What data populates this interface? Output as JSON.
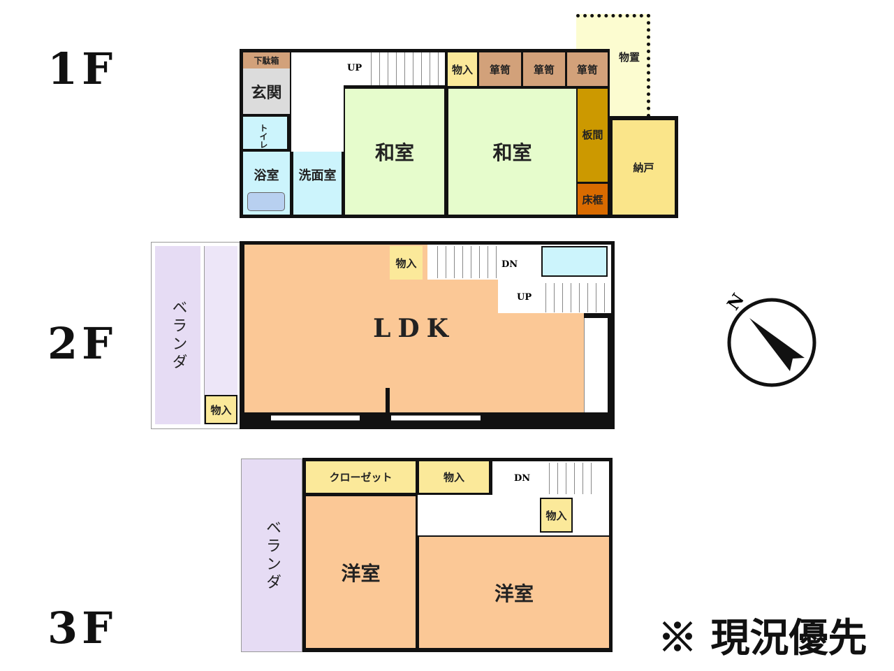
{
  "floors": {
    "f1": "1F",
    "f2": "2F",
    "f3": "3F"
  },
  "f1": {
    "getabako": "下駄箱",
    "genkan": "玄関",
    "toilet": "トイレ",
    "bath": "浴室",
    "senmen": "洗面室",
    "washitsu1": "和室",
    "washitsu2": "和室",
    "monoire": "物入",
    "tansu1": "箪笥",
    "tansu2": "箪笥",
    "tansu3": "箪笥",
    "itama": "板間",
    "tokogamachi": "床框",
    "nando": "納戸",
    "monooki": "物置",
    "up": "UP"
  },
  "f2": {
    "ldk": "LDK",
    "monoire1": "物入",
    "monoire2": "物入",
    "veranda": "ベランダ",
    "dn": "DN",
    "up": "UP"
  },
  "f3": {
    "closet": "クローゼット",
    "monoire1": "物入",
    "monoire2": "物入",
    "yoshitsu1": "洋室",
    "yoshitsu2": "洋室",
    "veranda": "ベランダ",
    "dn": "DN"
  },
  "compass": {
    "north": "N"
  },
  "note": "※ 現況優先",
  "colors": {
    "wall": "#111111",
    "washitsu": "#e6fccc",
    "ldk": "#fbc896",
    "storage": "#fbe99a",
    "tansu": "#d2a17a",
    "wet": "#ccf4fc",
    "veranda": "#e6dcf4"
  }
}
